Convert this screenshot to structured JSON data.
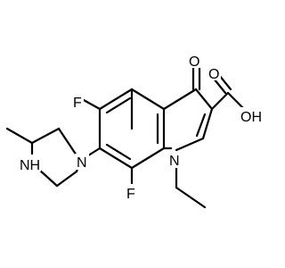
{
  "molecule": {
    "colors": {
      "bond": "#000000",
      "label": "#000000",
      "background": "#ffffff"
    },
    "labels": {
      "oxo_o": "O",
      "acid_o": "O",
      "acid_oh": "OH",
      "f6": "F",
      "f8": "F",
      "n1": "N",
      "n_pip": "N",
      "nh_pip": "NH"
    }
  }
}
